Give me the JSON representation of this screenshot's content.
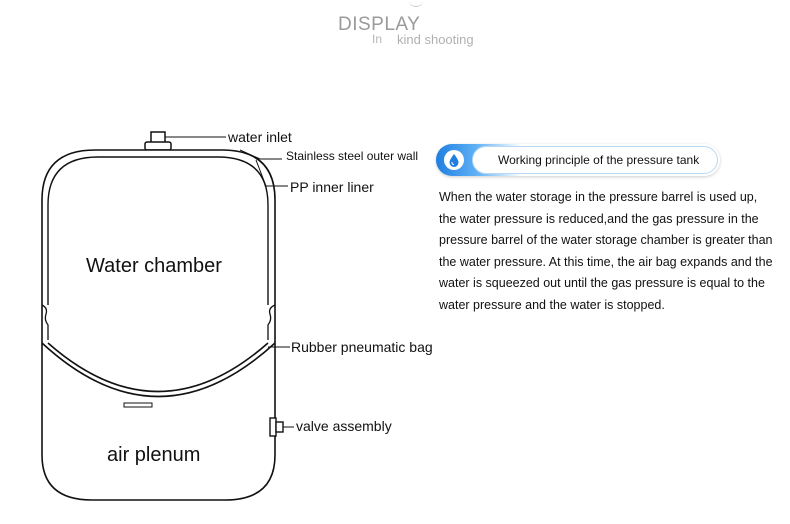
{
  "header": {
    "display": "DISPLAY",
    "in": "In",
    "subtitle": "kind shooting"
  },
  "diagram": {
    "water_chamber": "Water chamber",
    "air_plenum": "air plenum",
    "callouts": {
      "water_inlet": "water inlet",
      "stainless_wall": "Stainless steel outer wall",
      "pp_liner": "PP inner liner",
      "rubber_bag": "Rubber pneumatic bag",
      "valve_assembly": "valve assembly"
    }
  },
  "info": {
    "pill_title": "Working principle of the pressure tank",
    "icon": "water-drop-icon",
    "accent_color": "#1f7fe0",
    "paragraph_lines": [
      "When the water storage in the pressure barrel is used up,",
      " the water pressure is reduced,and the gas pressure in the",
      "pressure barrel of the water storage chamber is greater than",
      "the water pressure. At this time, the air bag expands and the",
      "water is squeezed out until the gas pressure is equal to the",
      "water pressure  and the water is stopped."
    ]
  }
}
